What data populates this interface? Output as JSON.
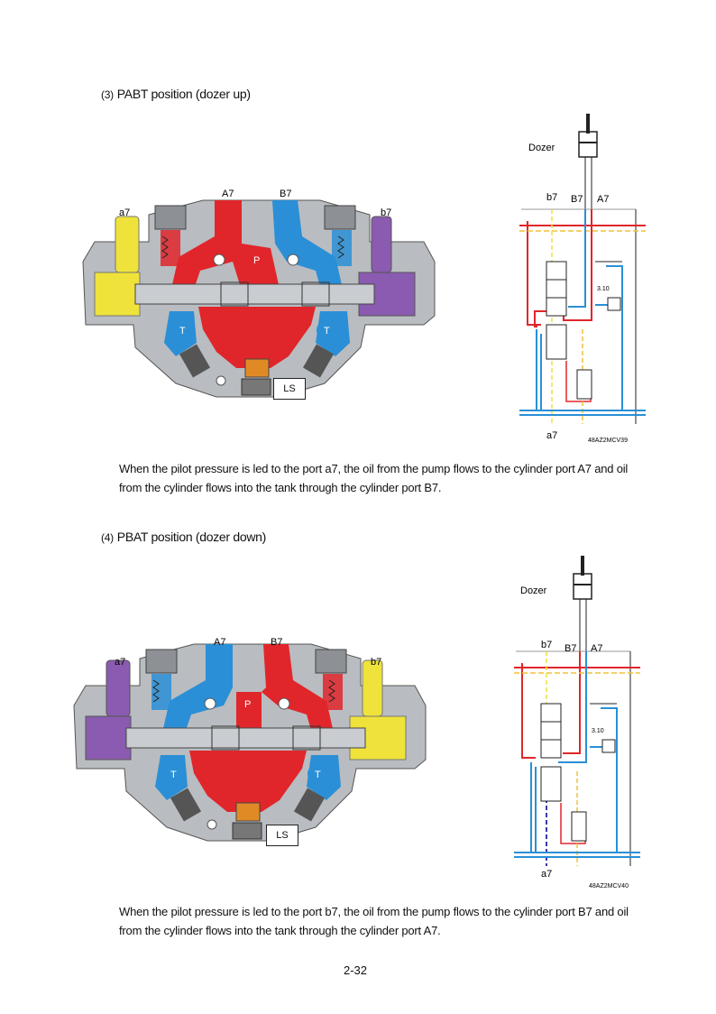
{
  "sections": [
    {
      "number": "(3)",
      "title": "PABT position (dozer up)",
      "valve": {
        "left_port": "a7",
        "right_port": "b7",
        "top_left": "A7",
        "top_right": "B7",
        "pump": "P",
        "tank": "T",
        "ls": "LS"
      },
      "circuit": {
        "actuator": "Dozer",
        "port_b7": "b7",
        "port_B7": "B7",
        "port_A7": "A7",
        "port_a7": "a7",
        "code": "48AZ2MCV39",
        "small_text": "3.10"
      },
      "description": "When the pilot pressure is led to the port a7, the oil from the pump flows to the cylinder port A7 and oil from the cylinder flows into the tank through the cylinder port B7."
    },
    {
      "number": "(4)",
      "title": "PBAT position (dozer down)",
      "valve": {
        "left_port": "a7",
        "right_port": "b7",
        "top_left": "A7",
        "top_right": "B7",
        "pump": "P",
        "tank": "T",
        "ls": "LS"
      },
      "circuit": {
        "actuator": "Dozer",
        "port_b7": "b7",
        "port_B7": "B7",
        "port_A7": "A7",
        "port_a7": "a7",
        "code": "48AZ2MCV40",
        "small_text": "3.10"
      },
      "description": "When the pilot pressure is led to the port b7, the oil from the pump flows to the cylinder port B7 and oil from the cylinder flows into the tank through the cylinder port A7."
    }
  ],
  "colors": {
    "pressure": "#e0262b",
    "return": "#2a8fd6",
    "pilot_a": "#efe23a",
    "pilot_b": "#8a5bb0",
    "body": "#b9bcc0"
  },
  "page_number": "2-32"
}
